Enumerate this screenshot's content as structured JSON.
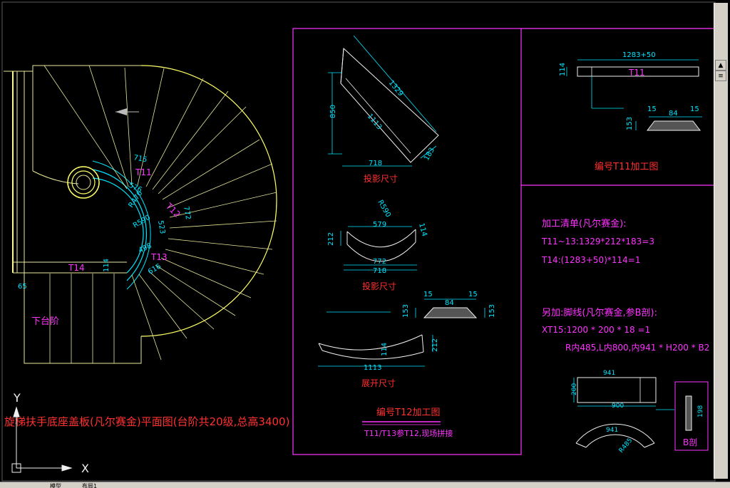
{
  "plan": {
    "title": "旋梯扶手底座盖板(凡尔赛金)平面图(台阶共20级,总高3400)",
    "lower_step_label": "下台阶",
    "piece_labels": {
      "t11": "T11",
      "t12": "T12",
      "t13": "T13",
      "t14": "T14"
    },
    "dims": {
      "d715": "715",
      "d576": "576",
      "r476": "R476",
      "d523": "523",
      "r590": "R590",
      "d498": "498",
      "d616": "616",
      "d772": "772",
      "d114": "114",
      "d65": "65"
    }
  },
  "t12_panel": {
    "projection_label_1": "投影尺寸",
    "projection_label_2": "投影尺寸",
    "unfold_label": "展开尺寸",
    "title": "编号T12加工图",
    "note": "T11/T13参T12,现场拼接",
    "dims": {
      "d1329": "1329",
      "d1113": "1113",
      "d850": "850",
      "d718": "718",
      "d183": "183",
      "r590": "R590",
      "d579": "579",
      "d212": "212",
      "d114": "114",
      "d772": "772",
      "d718b": "718",
      "d15a": "15",
      "d84": "84",
      "d15b": "15",
      "d153a": "153",
      "d153b": "153",
      "d212b": "212",
      "d114b": "114",
      "d1113b": "1113"
    }
  },
  "t11_panel": {
    "title": "编号T11加工图",
    "bar_label": "T11",
    "dims": {
      "d1283": "1283+50",
      "d114": "114",
      "d15a": "15",
      "d84": "84",
      "d15b": "15",
      "d153": "153"
    }
  },
  "list_panel": {
    "heading": "加工清单(凡尔赛金):",
    "line1": "T11~13:1329*212*183=3",
    "line2": "T14:(1283+50)*114=1",
    "heading2": "另加:脚线(凡尔赛金,参B剖):",
    "line3": "XT15:1200 * 200 * 18 =1",
    "line4": "R内485,L内800,内941 * H200 * B2",
    "dims": {
      "d941": "941",
      "d200": "200",
      "d900": "900",
      "d941b": "941",
      "r485": "R485",
      "d198": "198"
    },
    "section_label": "B剖"
  },
  "ucs": {
    "y_label": "Y",
    "x_label": "X"
  },
  "statusbar": {
    "tab1": "模型",
    "tab2": "布局1"
  },
  "colors": {
    "cyan": "#00e5ff",
    "magenta": "#ff33ff",
    "red": "#ff3030",
    "yellow": "#ffff66",
    "white": "#f0f0f0"
  }
}
